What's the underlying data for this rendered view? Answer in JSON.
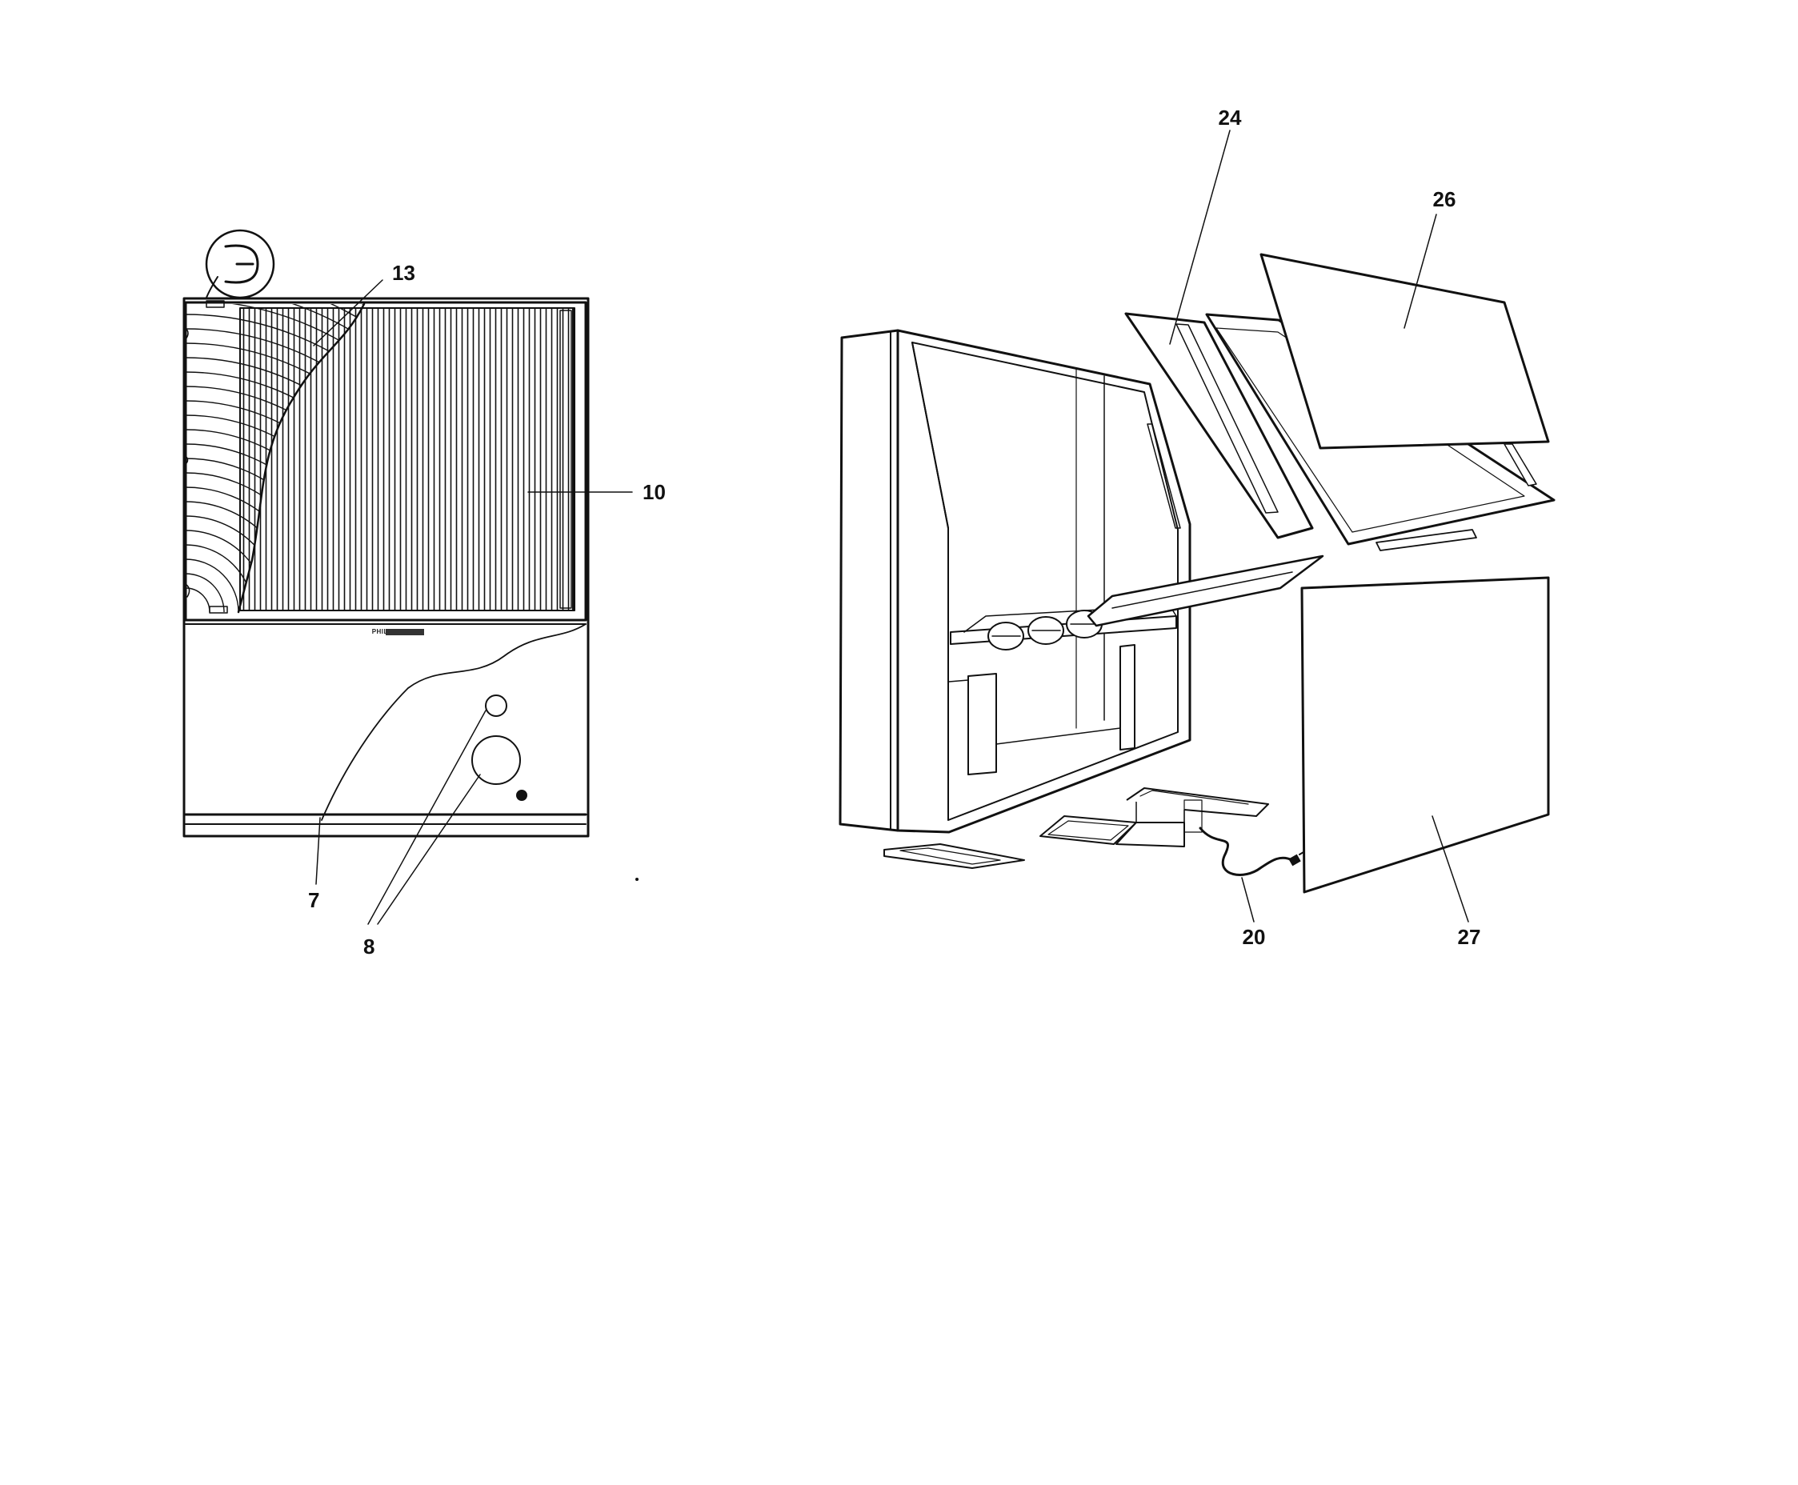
{
  "callouts": {
    "c7": "7",
    "c8": "8",
    "c10": "10",
    "c13": "13",
    "c20": "20",
    "c24": "24",
    "c26": "26",
    "c27": "27"
  },
  "front_view": {
    "brand_label": "PHILIPS"
  },
  "colors": {
    "line": "#111111",
    "background": "#ffffff"
  }
}
